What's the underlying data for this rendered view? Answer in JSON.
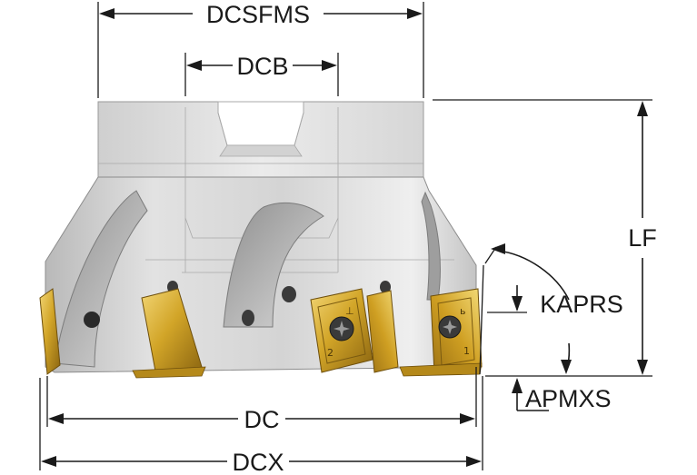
{
  "dimensions": {
    "dcsfms": "DCSFMS",
    "dcb": "DCB",
    "lf": "LF",
    "kaprs": "KAPRS",
    "apmxs": "APMXS",
    "dc": "DC",
    "dcx": "DCX"
  },
  "insert_marks": {
    "mark_a": "⊥",
    "mark_b": "1",
    "mark_c": "2",
    "mark_d": "ь"
  },
  "colors": {
    "body_light": "#e6e6e6",
    "body_mid": "#cdcdcd",
    "body_dark": "#9a9a9a",
    "insert_gold": "#c89a1c",
    "insert_highlight": "#f4dc7a",
    "insert_shadow": "#8a6410",
    "line": "#1a1a1a"
  }
}
